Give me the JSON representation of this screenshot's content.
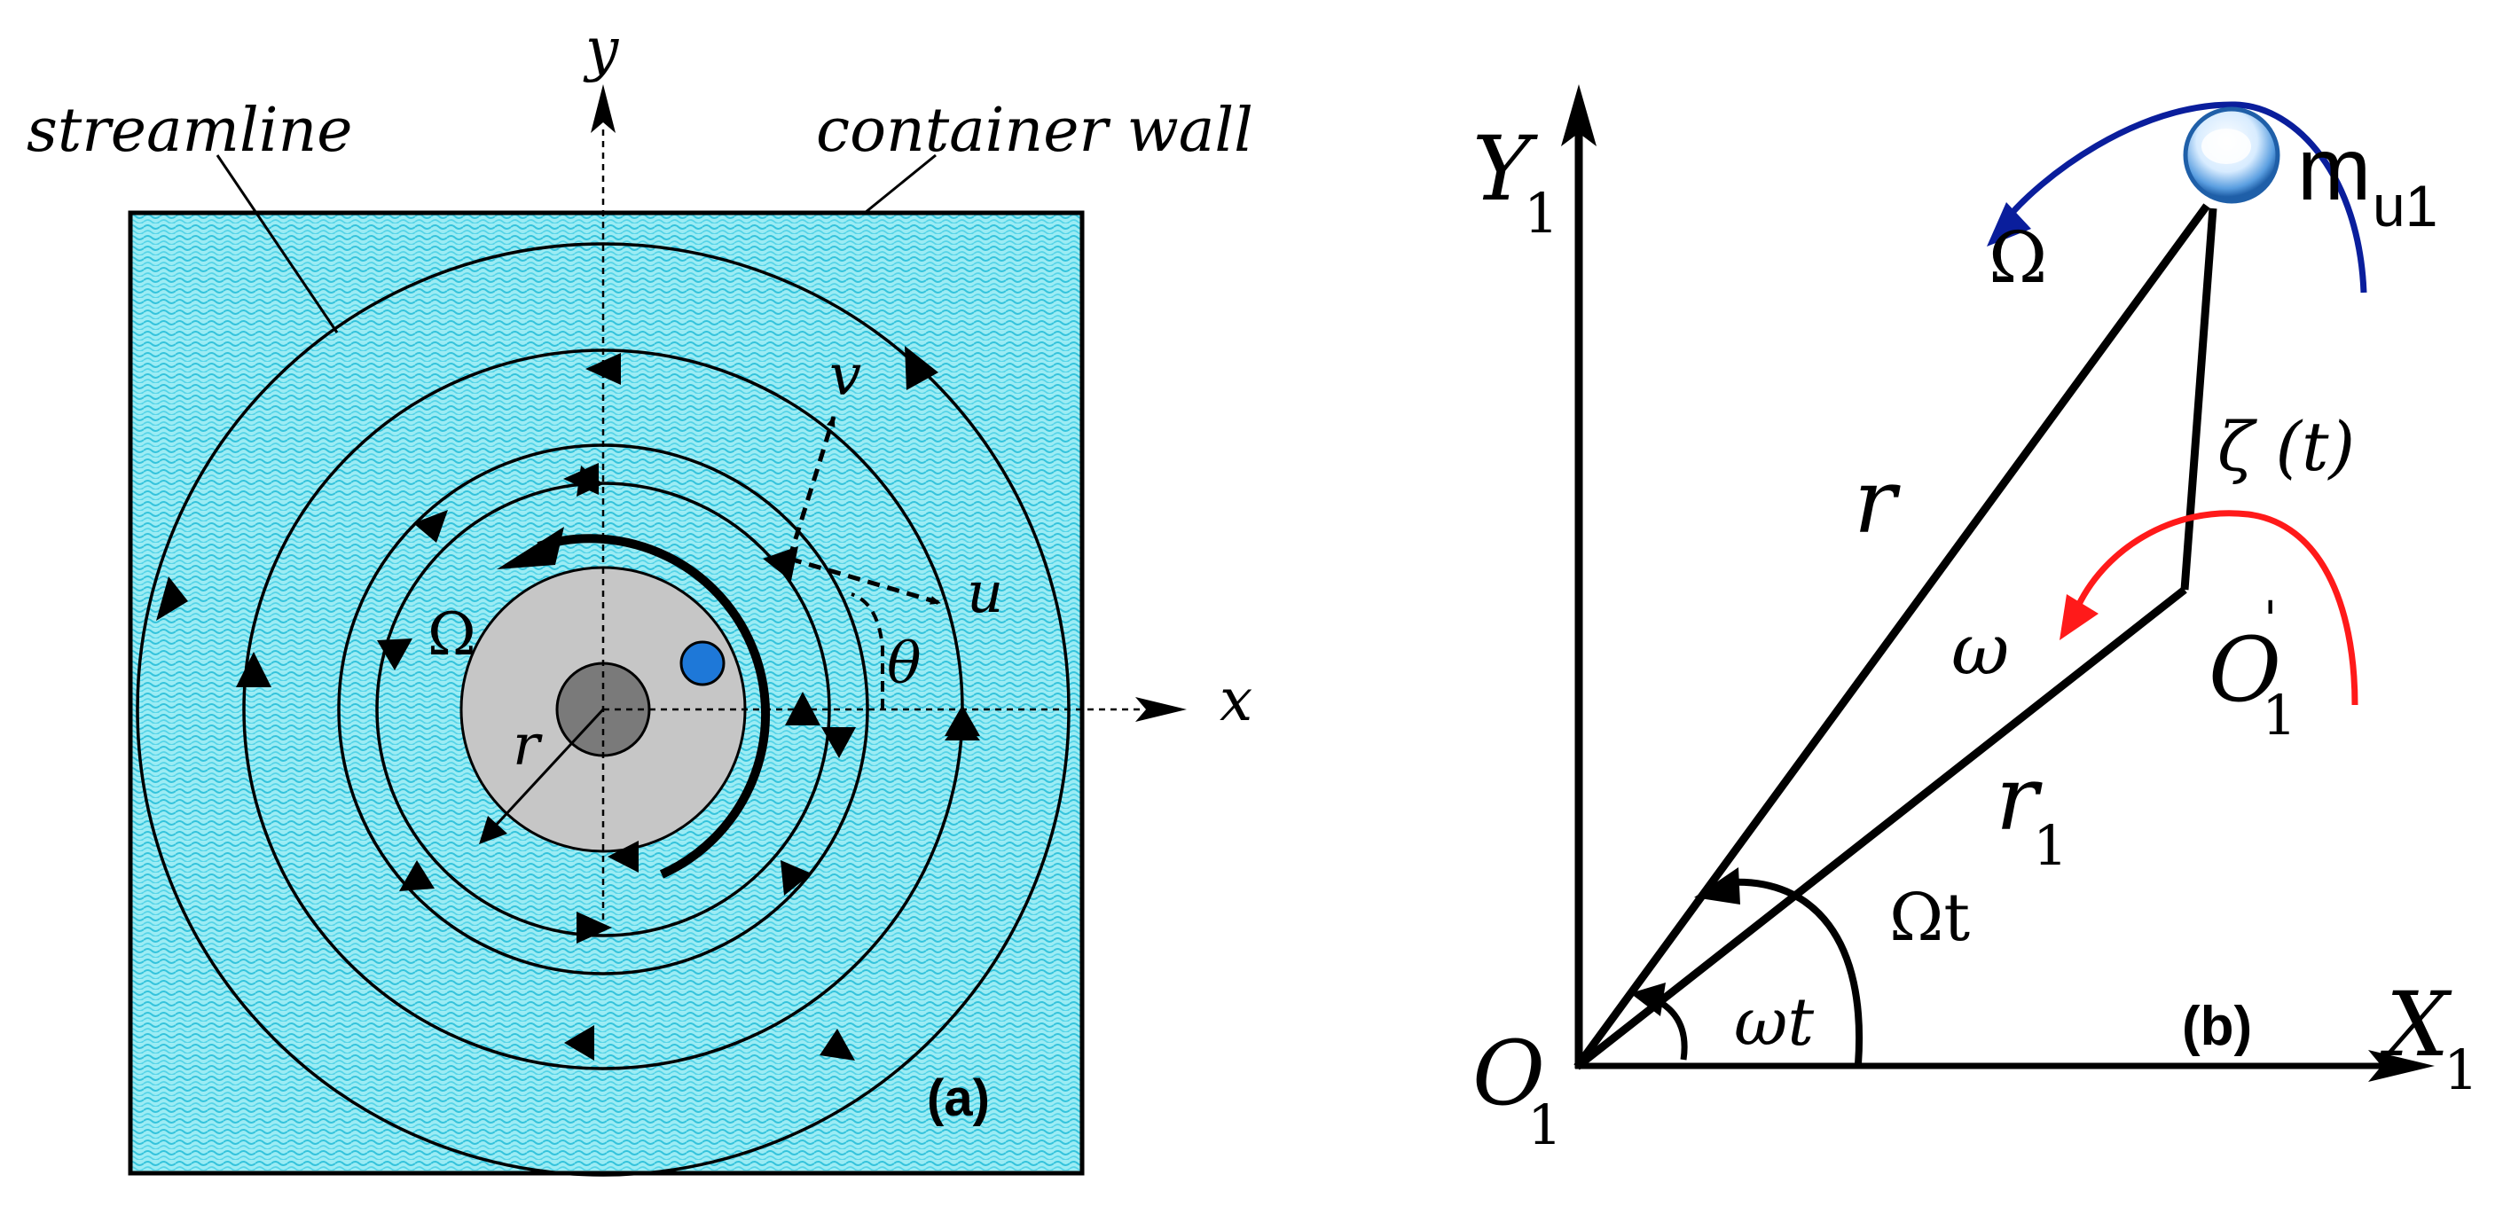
{
  "panel_a": {
    "label": "(a)",
    "streamline_label": "streamline",
    "wall_label": "container wall",
    "x_axis": "x",
    "y_axis": "y",
    "u_label": "u",
    "v_label": "v",
    "theta_label": "θ",
    "omega_label": "Ω",
    "r_label": "r"
  },
  "panel_b": {
    "label": "(b)",
    "Y1": "Y",
    "Y1_sub": "1",
    "X1": "X",
    "X1_sub": "1",
    "O1": "O",
    "O1_sub": "1",
    "O1p": "O",
    "O1p_sub": "1",
    "O1p_sup": "'",
    "r": "r",
    "r1": "r",
    "r1_sub": "1",
    "zeta": "ζ (t)",
    "Omega": "Ω",
    "omega": "ω",
    "omega_t": "ωt",
    "Omega_t": "Ωt",
    "mass": "m",
    "mass_sub": "u1"
  },
  "colors": {
    "fluid": "#7fe6f0",
    "fluid_pattern": "#3fc9e0",
    "cylinder": "#c6c6c6",
    "core": "#7a7a7a",
    "dot": "#1e78d8",
    "blue_arc": "#0a1e9c",
    "red_arc": "#ff1a1a"
  }
}
